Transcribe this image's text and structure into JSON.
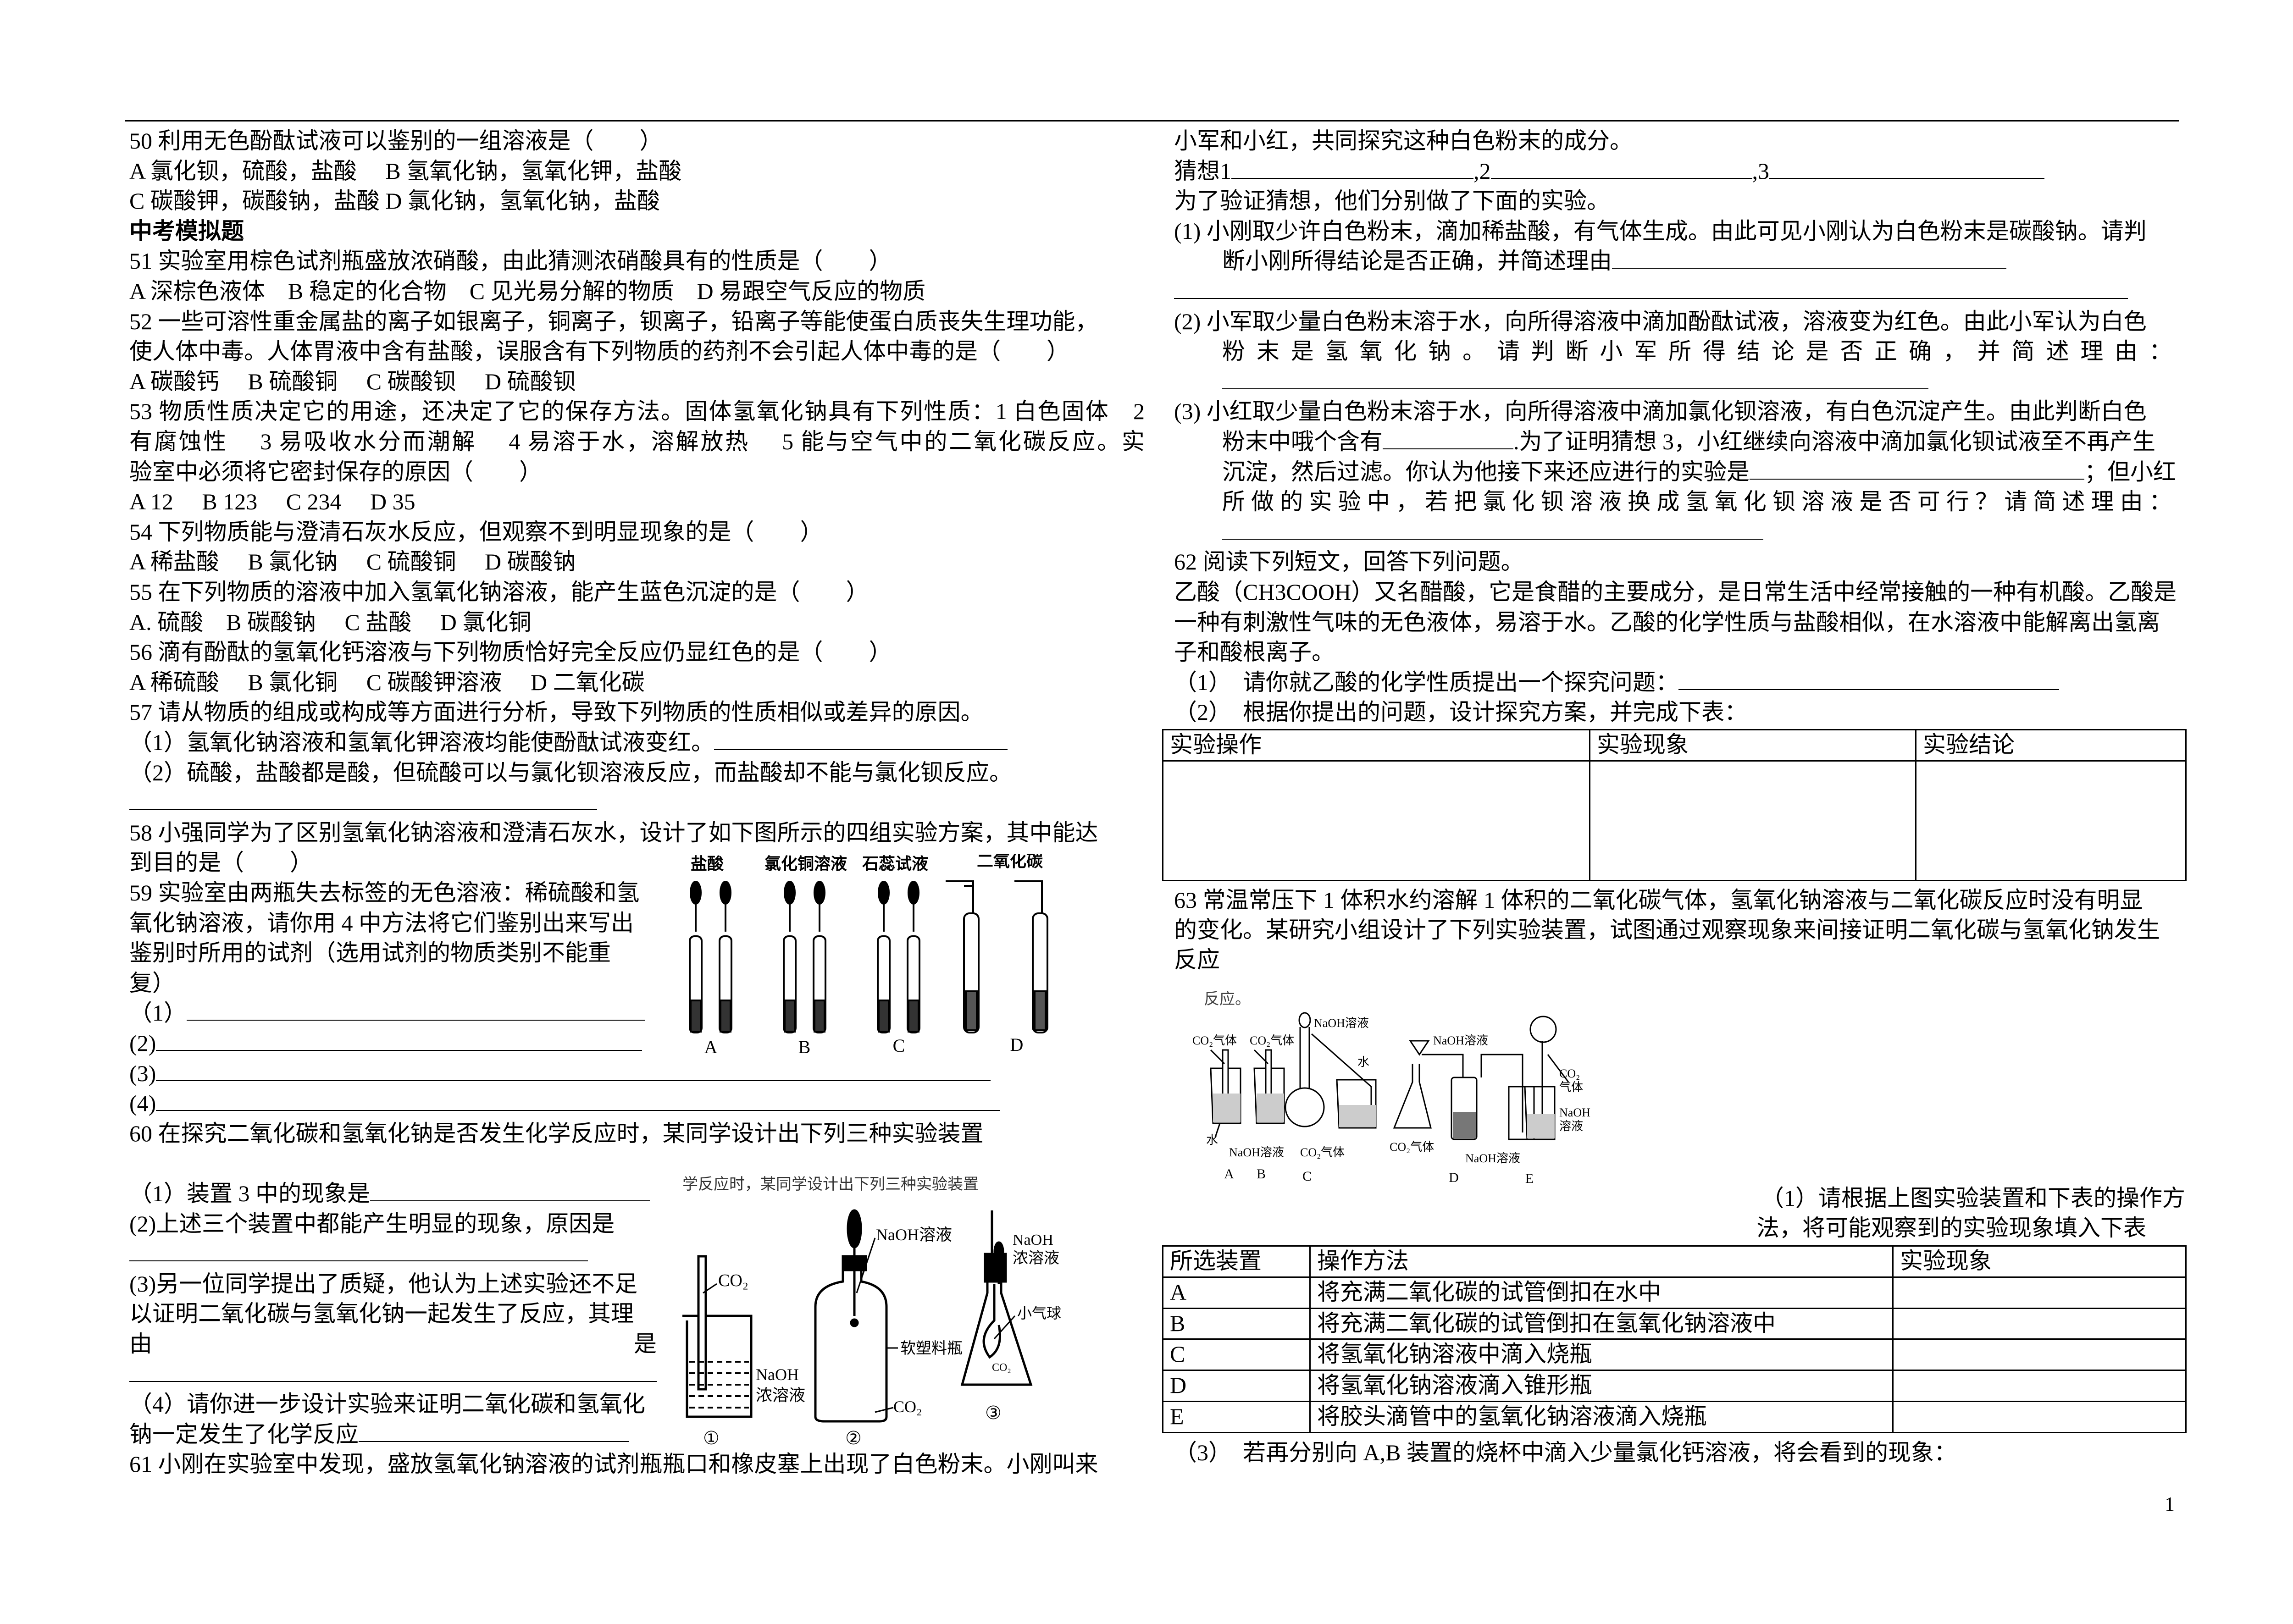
{
  "left": {
    "q50": "50 利用无色酚酞试液可以鉴别的一组溶液是（　　）",
    "q50_ab": "A 氯化钡，硫酸，盐酸　 B 氢氧化钠，氢氧化钾，盐酸",
    "q50_cd": "C 碳酸钾，碳酸钠，盐酸 D 氯化钠，氢氧化钠，盐酸",
    "section": "中考模拟题",
    "q51": "51 实验室用棕色试剂瓶盛放浓硝酸，由此猜测浓硝酸具有的性质是（　　）",
    "q51_opts": "A 深棕色液体　B 稳定的化合物　C 见光易分解的物质　D 易跟空气反应的物质",
    "q52_1": "52 一些可溶性重金属盐的离子如银离子，铜离子，钡离子，铅离子等能使蛋白质丧失生理功能，",
    "q52_2": "使人体中毒。人体胃液中含有盐酸，误服含有下列物质的药剂不会引起人体中毒的是（　　）",
    "q52_opts": "A 碳酸钙　 B 硫酸铜　 C 碳酸钡　 D 硫酸钡",
    "q53_1": "53 物质性质决定它的用途，还决定了它的保存方法。固体氢氧化钠具有下列性质：1 白色固体　2",
    "q53_2": "有腐蚀性　 3 易吸收水分而潮解　 4 易溶于水，溶解放热　 5 能与空气中的二氧化碳反应。实",
    "q53_3": "验室中必须将它密封保存的原因（　　）",
    "q53_opts": "A 12　 B 123　 C 234　 D 35",
    "q54": "54 下列物质能与澄清石灰水反应，但观察不到明显现象的是（　　）",
    "q54_opts": "A 稀盐酸　 B 氯化钠　 C 硫酸铜　 D 碳酸钠",
    "q55": "55 在下列物质的溶液中加入氢氧化钠溶液，能产生蓝色沉淀的是（　　）",
    "q55_opts": "A. 硫酸　B 碳酸钠　 C 盐酸　 D 氯化铜",
    "q56": "56 滴有酚酞的氢氧化钙溶液与下列物质恰好完全反应仍显红色的是（　　）",
    "q56_opts": "A 稀硫酸　 B 氯化铜　 C 碳酸钾溶液　 D 二氧化碳",
    "q57": "57 请从物质的组成或构成等方面进行分析，导致下列物质的性质相似或差异的原因。",
    "q57_1": "（1）氢氧化钠溶液和氢氧化钾溶液均能使酚酞试液变红。",
    "q57_2": "（2）硫酸，盐酸都是酸，但硫酸可以与氯化钡溶液反应，而盐酸却不能与氯化钡反应。",
    "q58_1": "58 小强同学为了区别氢氧化钠溶液和澄清石灰水，设计了如下图所示的四组实验方案，其中能达",
    "q58_2": "到目的是（　　）",
    "q59_1": "59 实验室由两瓶失去标签的无色溶液：稀硫酸和氢",
    "q59_2": "氧化钠溶液，请你用 4 中方法将它们鉴别出来写出",
    "q59_3": "鉴别时所用的试剂（选用试剂的物质类别不能重",
    "q59_4": "复）",
    "q59_a1": "（1）",
    "q59_a2": "(2)",
    "q59_a3": "(3)",
    "q59_a4": "(4)",
    "q60": "60 在探究二氧化碳和氢氧化钠是否发生化学反应时，某同学设计出下列三种实验装置",
    "q60_1": "（1）装置 3 中的现象是",
    "q60_2": "(2)上述三个装置中都能产生明显的现象，原因是",
    "q60_3a": "(3)另一位同学提出了质疑，他认为上述实验还不足",
    "q60_3b": "以证明二氧化碳与氢氧化钠一起发生了反应，其理",
    "q60_3c_l": "由",
    "q60_3c_r": "是",
    "q60_4a": "（4）请你进一步设计实验来证明二氧化碳和氢氧化",
    "q60_4b": "钠一定发生了化学反应",
    "q61": "61 小刚在实验室中发现，盛放氢氧化钠溶液的试剂瓶瓶口和橡皮塞上出现了白色粉末。小刚叫来"
  },
  "fig58": {
    "reagents": [
      "盐酸",
      "氯化铜溶液",
      "石蕊试液",
      "二氧化碳"
    ],
    "letters": [
      "A",
      "B",
      "C",
      "D"
    ]
  },
  "fig60": {
    "caption_cut": "学反应时，某同学设计出下列三种实验装置",
    "co2": "CO₂",
    "naoh_conc": "NaOH浓溶液",
    "naoh_sol": "NaOH溶液",
    "bottle": "软塑料瓶",
    "balloon": "小气球",
    "naoh": "NaOH",
    "conc_sol": "浓溶液",
    "nums": [
      "①",
      "②",
      "③"
    ]
  },
  "right": {
    "r0": "小军和小红，共同探究这种白色粉末的成分。",
    "guess_label": "猜想1",
    "guess_2": ",2",
    "guess_3": ",3",
    "r2": "为了验证猜想，他们分别做了下面的实验。",
    "p1a": "(1) 小刚取少许白色粉末，滴加稀盐酸，有气体生成。由此可见小刚认为白色粉末是碳酸钠。请判",
    "p1b": "断小刚所得结论是否正确，并简述理由",
    "p2a": "(2) 小军取少量白色粉末溶于水，向所得溶液中滴加酚酞试液，溶液变为红色。由此小军认为白色",
    "p2b": "粉末是氢氧化钠。请判断小军所得结论是否正确，并简述理由：",
    "p3a": "(3) 小红取少量白色粉末溶于水，向所得溶液中滴加氯化钡溶液，有白色沉淀产生。由此判断白色",
    "p3b_1": "粉末中哦个含有",
    "p3b_2": ".为了证明猜想 3，小红继续向溶液中滴加氯化钡试液至不再产生",
    "p3c_1": "沉淀，然后过滤。你认为他接下来还应进行的实验是",
    "p3c_2": "；但小红",
    "p3d": "所做的实验中，若把氯化钡溶液换成氢氧化钡溶液是否可行？请简述理由：",
    "q62": "62 阅读下列短文，回答下列问题。",
    "q62_p1": "乙酸（CH3COOH）又名醋酸，它是食醋的主要成分，是日常生活中经常接触的一种有机酸。乙酸是",
    "q62_p2": "一种有刺激性气味的无色液体，易溶于水。乙酸的化学性质与盐酸相似，在水溶液中能解离出氢离",
    "q62_p3": "子和酸根离子。",
    "q62_1": "（1）　请你就乙酸的化学性质提出一个探究问题：",
    "q62_2": "（2）　根据你提出的问题，设计探究方案，并完成下表：",
    "q63_1": "63 常温常压下 1 体积水约溶解 1 体积的二氧化碳气体，氢氧化钠溶液与二氧化碳反应时没有明显",
    "q63_2": "的变化。某研究小组设计了下列实验装置，试图通过观察现象来间接证明二氧化碳与氢氧化钠发生",
    "q63_3": "反应",
    "q63_i1a": "（1）请根据上图实验装置和下表的操作方",
    "q63_i1b": "法，将可能观察到的实验现象填入下表",
    "q63_3q": "（3）　若再分别向 A,B 装置的烧杯中滴入少量氯化钙溶液，将会看到的现象："
  },
  "table62": {
    "headers": [
      "实验操作",
      "实验现象",
      "实验结论"
    ]
  },
  "fig63": {
    "cut": "反应。",
    "co2_gas": "CO₂气体",
    "water": "水",
    "naoh_sol": "NaOH溶液",
    "co2": "CO₂",
    "gas": "气体",
    "naoh": "NaOH",
    "sol": "溶液",
    "letters": [
      "A",
      "B",
      "C",
      "D",
      "E"
    ]
  },
  "table63": {
    "headers": [
      "所选装置",
      "操作方法",
      "实验现象"
    ],
    "rows": [
      {
        "device": "A",
        "method": "将充满二氧化碳的试管倒扣在水中",
        "result": ""
      },
      {
        "device": "B",
        "method": "将充满二氧化碳的试管倒扣在氢氧化钠溶液中",
        "result": ""
      },
      {
        "device": "C",
        "method": "将氢氧化钠溶液中滴入烧瓶",
        "result": ""
      },
      {
        "device": "D",
        "method": "将氢氧化钠溶液滴入锥形瓶",
        "result": ""
      },
      {
        "device": "E",
        "method": "将胶头滴管中的氢氧化钠溶液滴入烧瓶",
        "result": ""
      }
    ]
  },
  "page_number": "1"
}
